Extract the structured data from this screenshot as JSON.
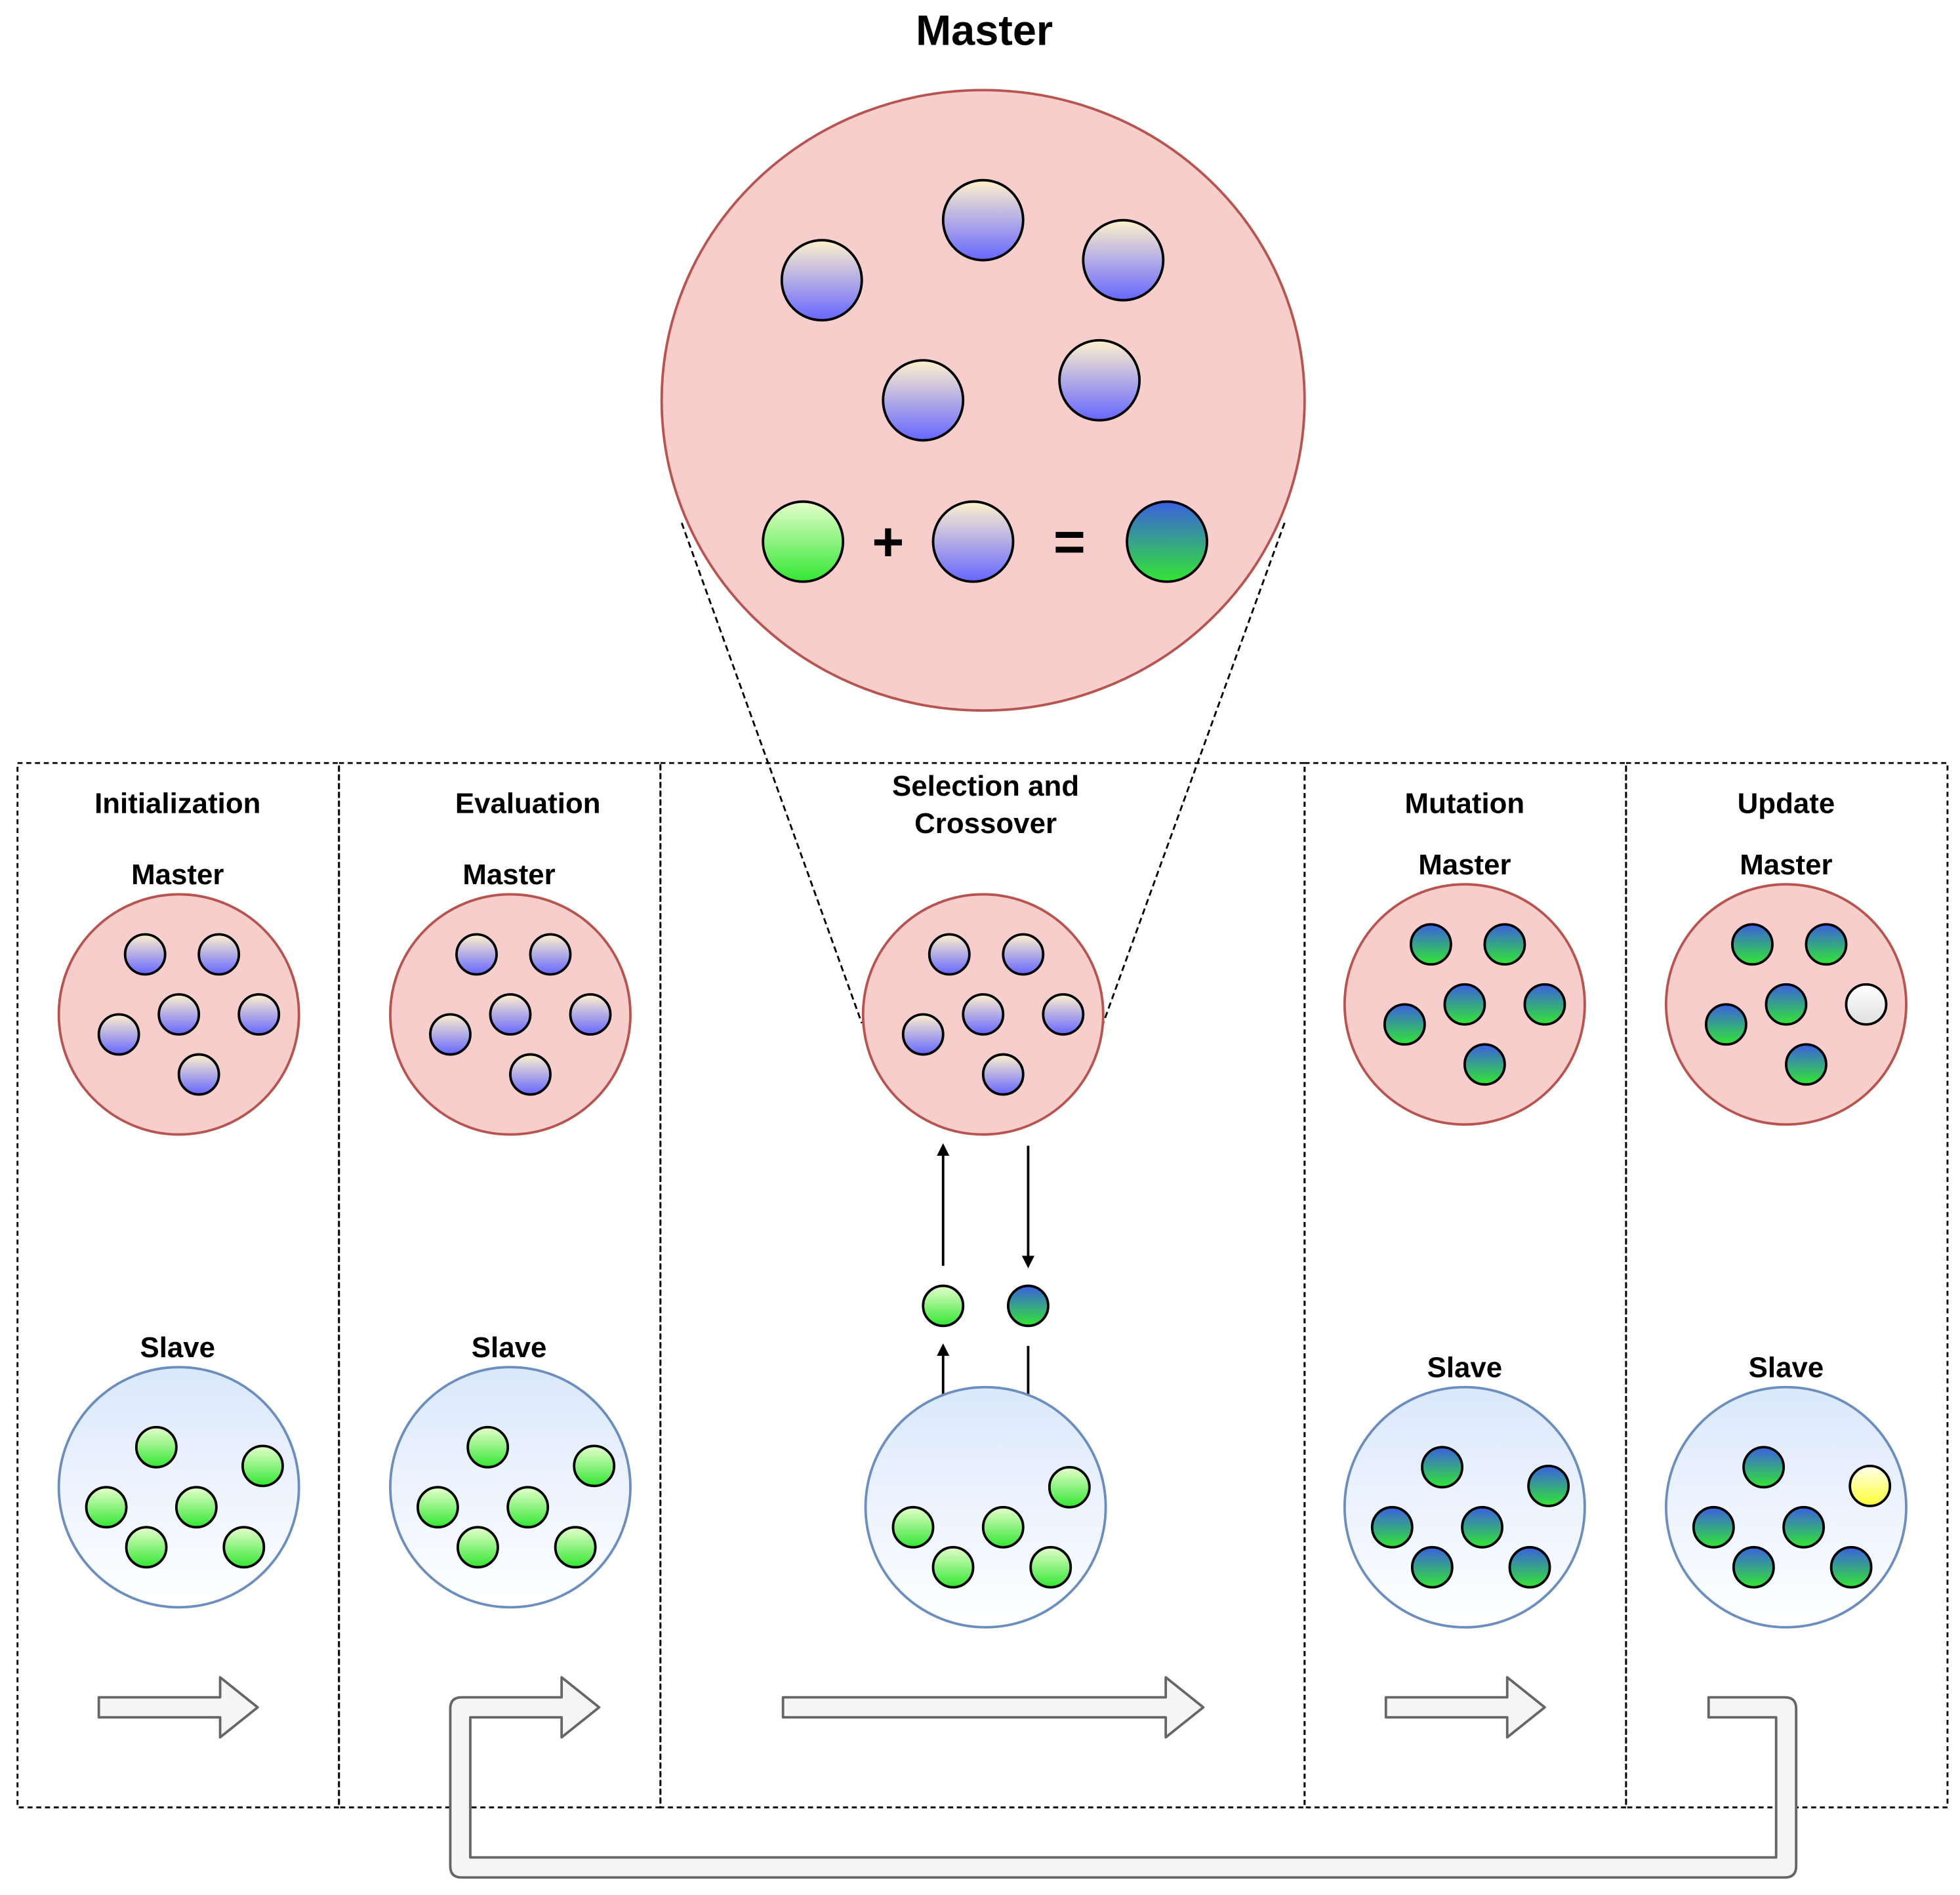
{
  "title": "Master",
  "operators": {
    "plus": "+",
    "equals": "="
  },
  "stages": [
    {
      "key": "initialization",
      "title": "Initialization",
      "master_label": "Master",
      "slave_label": "Slave",
      "master_fill": "purple",
      "slave_fill": "green"
    },
    {
      "key": "evaluation",
      "title": "Evaluation",
      "master_label": "Master",
      "slave_label": "Slave",
      "master_fill": "purple",
      "slave_fill": "green"
    },
    {
      "key": "selection",
      "title_lines": [
        "Selection and",
        "Crossover"
      ],
      "master_fill": "purple",
      "slave_fill": "green"
    },
    {
      "key": "mutation",
      "title": "Mutation",
      "master_label": "Master",
      "slave_label": "Slave",
      "master_fill": "mixed",
      "slave_fill": "mixed"
    },
    {
      "key": "update",
      "title": "Update",
      "master_label": "Master",
      "slave_label": "Slave",
      "master_fill": "mixed",
      "slave_fill": "mixed",
      "new_master_individual": "white",
      "new_slave_individual": "yellow"
    }
  ],
  "colors": {
    "master_population": "#f8cecc",
    "master_border": "#b85450",
    "slave_population": "#dae8fc",
    "slave_border": "#6c8ebf",
    "individual_purple": "#7b7bff",
    "individual_green": "#33e633",
    "individual_mixed": "#3b6fd6",
    "individual_white": "#ffffff",
    "individual_yellow": "#ffff33",
    "flow_arrow": "#f5f5f5",
    "flow_arrow_border": "#666666"
  }
}
